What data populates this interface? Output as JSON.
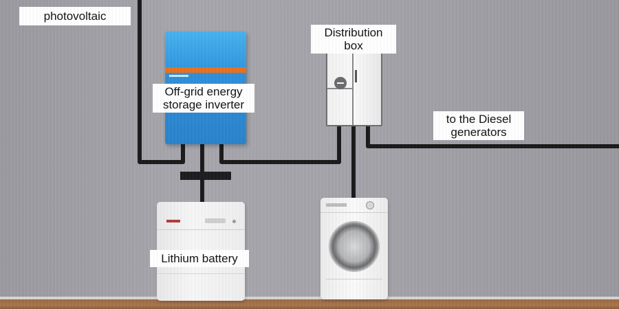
{
  "labels": {
    "photovoltaic": "photovoltaic",
    "inverter_line1": "Off-grid energy",
    "inverter_line2": "storage inverter",
    "distribution_line1": "Distribution",
    "distribution_line2": "box",
    "diesel_line1": "to the Diesel",
    "diesel_line2": "generators",
    "battery": "Lithium battery"
  },
  "colors": {
    "wall": "#a3a3a9",
    "wire": "#1a1a1a",
    "label_bg": "#ffffff",
    "inverter_body": "#2f8fd9",
    "inverter_stripe": "#e8711f",
    "floor": "#a8754d"
  },
  "icons": {
    "inverter": "inverter-icon",
    "distribution_box": "distribution-box-icon",
    "battery": "battery-icon",
    "dryer": "dryer-icon",
    "breaker": "breaker-icon"
  }
}
